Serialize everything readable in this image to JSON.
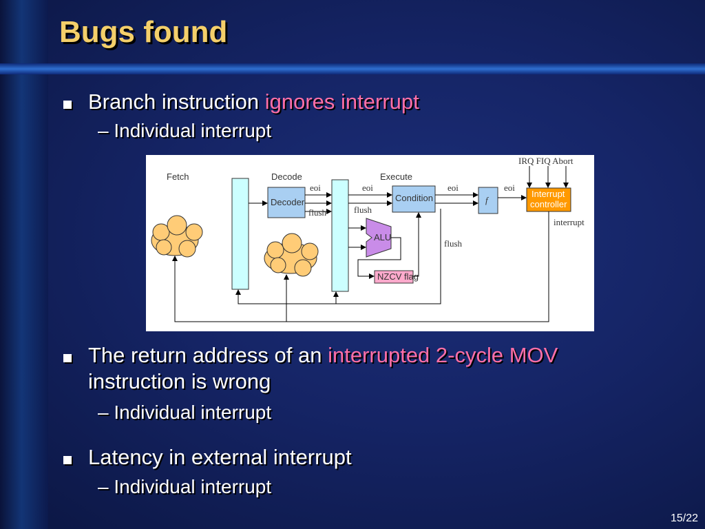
{
  "slide": {
    "title": "Bugs found",
    "page": "15/22"
  },
  "bullets": [
    {
      "text_plain": "Branch instruction ",
      "text_highlight": "ignores interrupt",
      "sub": "– Individual interrupt"
    },
    {
      "text_plain": "The return address of an ",
      "text_highlight": "interrupted 2-cycle MOV",
      "text_after": "instruction is wrong",
      "sub": "– Individual interrupt"
    },
    {
      "text_plain": "Latency in external interrupt",
      "sub": "– Individual interrupt"
    }
  ],
  "diagram": {
    "stages": [
      "Fetch",
      "Decode",
      "Execute"
    ],
    "blocks": {
      "decoder": "Decoder",
      "condition": "Condition",
      "alu": "ALU",
      "nzcv": "NZCV flag",
      "f": "f",
      "interrupt_controller_line1": "Interrupt",
      "interrupt_controller_line2": "controller"
    },
    "signals": {
      "eoi": "eoi",
      "flush": "flush",
      "interrupt": "interrupt",
      "irq_fiq_abort": "IRQ FIQ Abort"
    },
    "colors": {
      "pipeline_reg": "#ccffff",
      "block_blue": "#a9cff2",
      "alu_purple": "#c98ce8",
      "nzcv_pink": "#ffaacc",
      "controller_orange": "#ff9900",
      "cloud": "#ffcc77"
    }
  }
}
